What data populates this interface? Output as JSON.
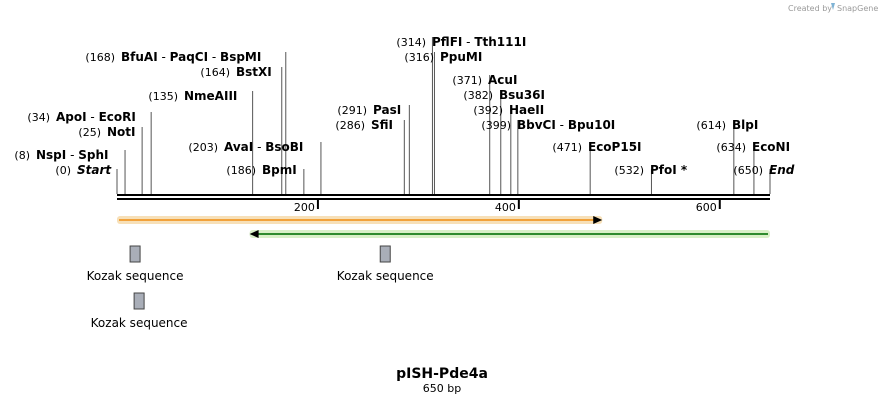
{
  "credit": {
    "text": "Created by",
    "brand": "SnapGene"
  },
  "map": {
    "name": "pISH-Pde4a",
    "length_label": "650 bp",
    "length": 650
  },
  "ticks": [
    {
      "value": 200,
      "label": "200"
    },
    {
      "value": 400,
      "label": "400"
    },
    {
      "value": 600,
      "label": "600"
    }
  ],
  "sites": [
    {
      "key": "start",
      "pos": 0,
      "pos_label": "(0)",
      "names": [
        "Start"
      ],
      "italic": true
    },
    {
      "key": "nspi",
      "pos": 8,
      "pos_label": "(8)",
      "names": [
        "NspI",
        "SphI"
      ]
    },
    {
      "key": "noti",
      "pos": 25,
      "pos_label": "(25)",
      "names": [
        "NotI"
      ]
    },
    {
      "key": "apoi",
      "pos": 34,
      "pos_label": "(34)",
      "names": [
        "ApoI",
        "EcoRI"
      ]
    },
    {
      "key": "nmeaiii",
      "pos": 135,
      "pos_label": "(135)",
      "names": [
        "NmeAIII"
      ]
    },
    {
      "key": "bstxi",
      "pos": 164,
      "pos_label": "(164)",
      "names": [
        "BstXI"
      ]
    },
    {
      "key": "bfuai",
      "pos": 168,
      "pos_label": "(168)",
      "names": [
        "BfuAI",
        "PaqCI",
        "BspMI"
      ]
    },
    {
      "key": "bpmi",
      "pos": 186,
      "pos_label": "(186)",
      "names": [
        "BpmI"
      ]
    },
    {
      "key": "avai",
      "pos": 203,
      "pos_label": "(203)",
      "names": [
        "AvaI",
        "BsoBI"
      ]
    },
    {
      "key": "sfii",
      "pos": 286,
      "pos_label": "(286)",
      "names": [
        "SfiI"
      ]
    },
    {
      "key": "pasi",
      "pos": 291,
      "pos_label": "(291)",
      "names": [
        "PasI"
      ]
    },
    {
      "key": "pflfi",
      "pos": 314,
      "pos_label": "(314)",
      "names": [
        "PflFI",
        "Tth111I"
      ]
    },
    {
      "key": "ppumi",
      "pos": 316,
      "pos_label": "(316)",
      "names": [
        "PpuMI"
      ]
    },
    {
      "key": "acui",
      "pos": 371,
      "pos_label": "(371)",
      "names": [
        "AcuI"
      ]
    },
    {
      "key": "bsu36i",
      "pos": 382,
      "pos_label": "(382)",
      "names": [
        "Bsu36I"
      ]
    },
    {
      "key": "haeii",
      "pos": 392,
      "pos_label": "(392)",
      "names": [
        "HaeII"
      ]
    },
    {
      "key": "bbvci",
      "pos": 399,
      "pos_label": "(399)",
      "names": [
        "BbvCI",
        "Bpu10I"
      ]
    },
    {
      "key": "ecop15i",
      "pos": 471,
      "pos_label": "(471)",
      "names": [
        "EcoP15I"
      ]
    },
    {
      "key": "pfoi",
      "pos": 532,
      "pos_label": "(532)",
      "names": [
        "PfoI *"
      ]
    },
    {
      "key": "blpi",
      "pos": 614,
      "pos_label": "(614)",
      "names": [
        "BlpI"
      ]
    },
    {
      "key": "econi",
      "pos": 634,
      "pos_label": "(634)",
      "names": [
        "EcoNI"
      ]
    },
    {
      "key": "end",
      "pos": 650,
      "pos_label": "(650)",
      "names": [
        "End"
      ],
      "italic": true
    }
  ],
  "features": [
    {
      "key": "orf-forward",
      "start": 0,
      "end": 483,
      "direction": "forward",
      "color": "#f2a23a",
      "fill": "#f7e0b8"
    },
    {
      "key": "orf-reverse",
      "start": 132,
      "end": 650,
      "direction": "reverse",
      "color": "#2e8b2e",
      "fill": "#d9f0c8"
    }
  ],
  "kozak": [
    {
      "key": "kozak-1",
      "pos": 18,
      "label": "Kozak sequence"
    },
    {
      "key": "kozak-2",
      "pos": 267,
      "label": "Kozak sequence"
    },
    {
      "key": "kozak-3",
      "pos": 22,
      "label": "Kozak sequence"
    }
  ]
}
